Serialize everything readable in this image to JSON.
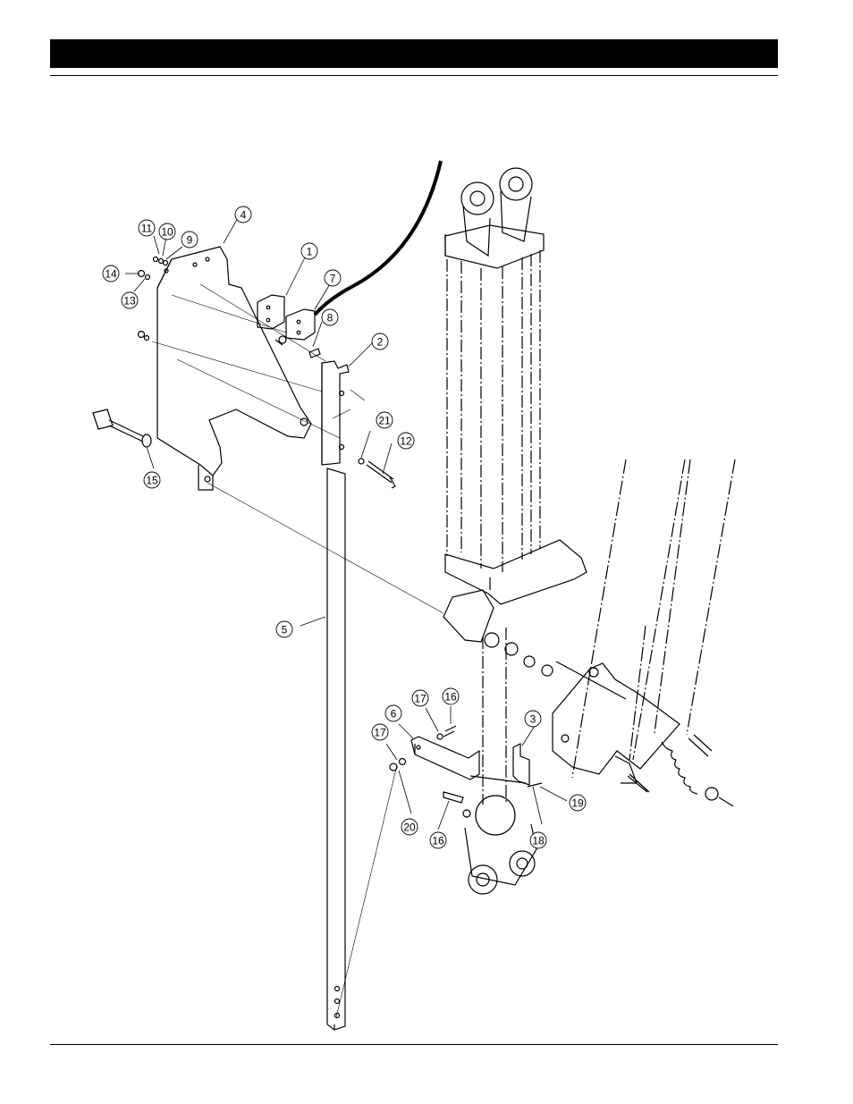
{
  "callouts": {
    "c1": "1",
    "c2": "2",
    "c3": "3",
    "c4": "4",
    "c5": "5",
    "c6": "6",
    "c7": "7",
    "c8": "8",
    "c9": "9",
    "c10": "10",
    "c11": "11",
    "c12": "12",
    "c13": "13",
    "c14": "14",
    "c15": "15",
    "c16a": "16",
    "c16b": "16",
    "c17a": "17",
    "c17b": "17",
    "c18": "18",
    "c19": "19",
    "c20": "20",
    "c21": "21"
  }
}
